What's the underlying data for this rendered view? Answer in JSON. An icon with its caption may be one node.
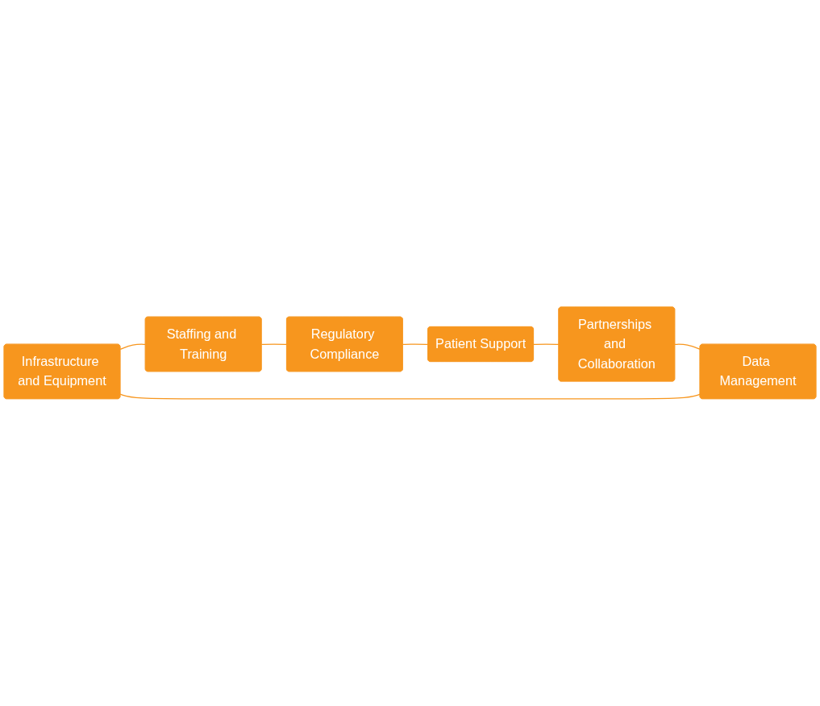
{
  "diagram": {
    "nodes": [
      {
        "text": [
          "Infrastructure and Equipment"
        ]
      },
      {
        "text": [
          "Staffing and Training"
        ]
      },
      {
        "text": [
          "Regulatory Compliance"
        ]
      },
      {
        "text": [
          "Patient Support"
        ]
      },
      {
        "text": [
          "Partnerships and Collaboration"
        ]
      },
      {
        "text": [
          "Data Management"
        ]
      }
    ],
    "edges": [
      {
        "from": 0,
        "to": 1,
        "arrow": "none"
      },
      {
        "from": 1,
        "to": 2,
        "arrow": "none"
      },
      {
        "from": 2,
        "to": 3,
        "arrow": "none"
      },
      {
        "from": 3,
        "to": 4,
        "arrow": "none"
      },
      {
        "from": 4,
        "to": 5,
        "arrow": "none"
      },
      {
        "from": 5,
        "to": 0,
        "arrow": "none"
      }
    ]
  }
}
